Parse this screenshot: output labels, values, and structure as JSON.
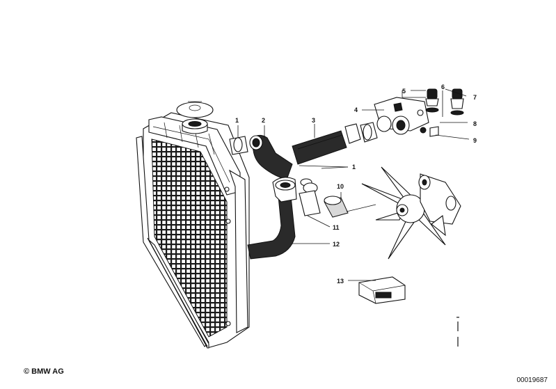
{
  "diagram": {
    "callouts": [
      {
        "key": "c1a",
        "text": "1"
      },
      {
        "key": "c2",
        "text": "2"
      },
      {
        "key": "c3",
        "text": "3"
      },
      {
        "key": "c4",
        "text": "4"
      },
      {
        "key": "c5",
        "text": "5"
      },
      {
        "key": "c6",
        "text": "6"
      },
      {
        "key": "c7",
        "text": "7"
      },
      {
        "key": "c8",
        "text": "8"
      },
      {
        "key": "c9",
        "text": "9"
      },
      {
        "key": "c1b",
        "text": "1"
      },
      {
        "key": "c10",
        "text": "10"
      },
      {
        "key": "c11",
        "text": "11"
      },
      {
        "key": "c12",
        "text": "12"
      },
      {
        "key": "c13",
        "text": "13"
      }
    ]
  },
  "footer": {
    "copyright": "© BMW AG",
    "doc_number": "00019687"
  }
}
